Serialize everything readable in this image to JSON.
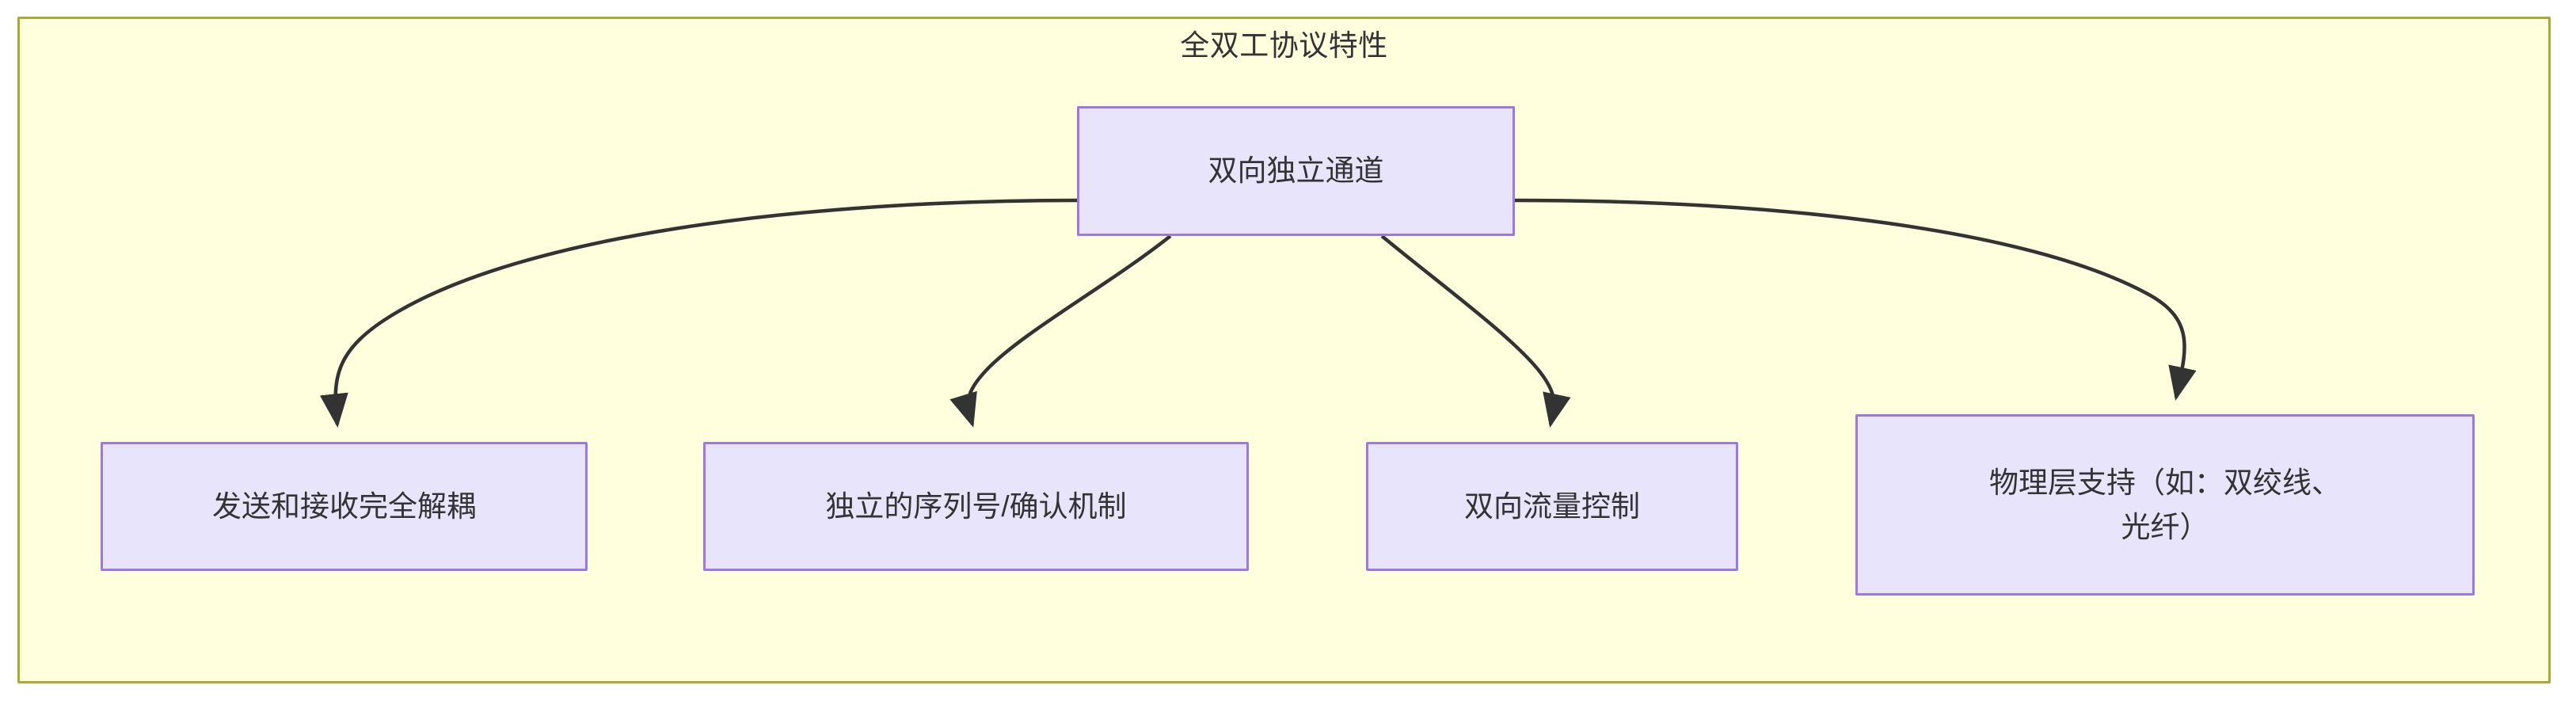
{
  "diagram": {
    "type": "flowchart",
    "direction": "top-down",
    "cluster": {
      "title": "全双工协议特性",
      "background_color": "#ffffdd",
      "border_color": "#aaaa33"
    },
    "node_style": {
      "fill": "#e8e4fc",
      "stroke": "#9d78e0",
      "text_color": "#333333"
    },
    "edge_style": {
      "stroke": "#333333",
      "arrowhead": "filled-triangle"
    },
    "nodes": [
      {
        "id": "root",
        "label": "双向独立通道"
      },
      {
        "id": "leaf1",
        "label": "发送和接收完全解耦"
      },
      {
        "id": "leaf2",
        "label": "独立的序列号/确认机制"
      },
      {
        "id": "leaf3",
        "label": "双向流量控制"
      },
      {
        "id": "leaf4",
        "label": "物理层支持（如：双绞线、\n光纤）"
      }
    ],
    "edges": [
      {
        "from": "root",
        "to": "leaf1"
      },
      {
        "from": "root",
        "to": "leaf2"
      },
      {
        "from": "root",
        "to": "leaf3"
      },
      {
        "from": "root",
        "to": "leaf4"
      }
    ]
  }
}
